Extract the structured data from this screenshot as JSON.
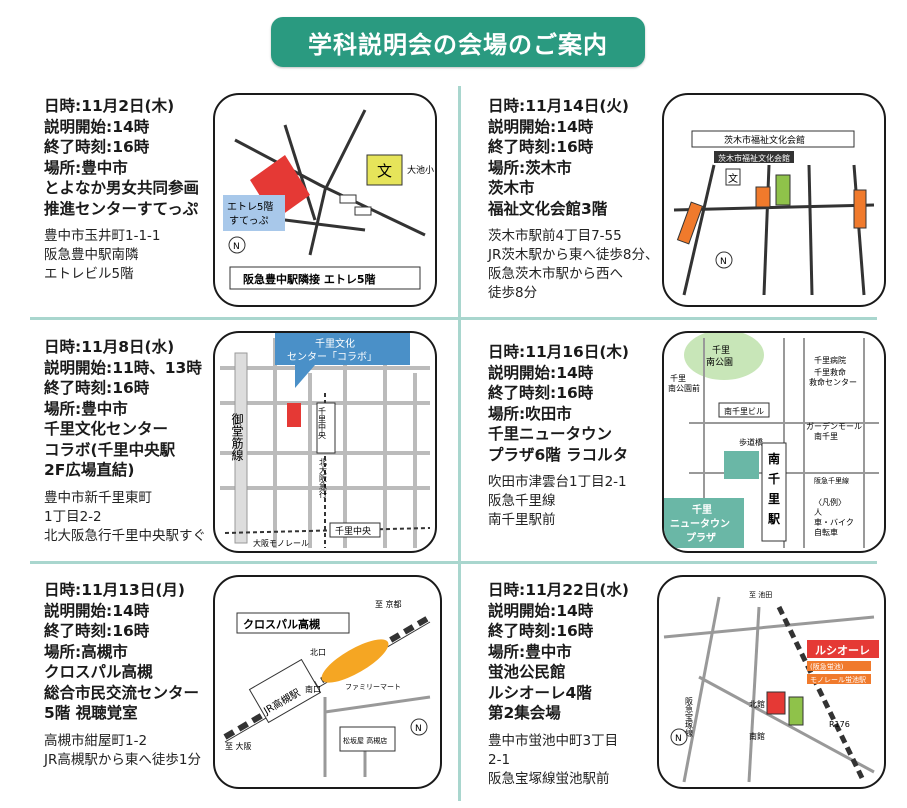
{
  "title": "学科説明会の会場のご案内",
  "venues": [
    {
      "lines": [
        "日時:11月2日(木)",
        "説明開始:14時",
        "終了時刻:16時",
        "場所:豊中市",
        "とよなか男女共同参画",
        "推進センターすてっぷ"
      ],
      "address": [
        "豊中市玉井町1-1-1",
        "阪急豊中駅南隣",
        "エトレビル5階"
      ],
      "map": {
        "labels": [
          "文",
          "大池小",
          "エトレ5階",
          "すてっぷ",
          "N",
          "阪急豊中駅隣接 エトレ5階"
        ]
      }
    },
    {
      "lines": [
        "日時:11月14日(火)",
        "説明開始:14時",
        "終了時刻:16時",
        "場所:茨木市",
        "茨木市",
        "福祉文化会館3階"
      ],
      "address": [
        "茨木市駅前4丁目7-55",
        "JR茨木駅から東へ徒歩8分、",
        "阪急茨木市駅から西へ",
        "徒歩8分"
      ],
      "map": {
        "labels": [
          "茨木市福祉文化会館",
          "茨木市福祉文化会館",
          "文",
          "N"
        ]
      }
    },
    {
      "lines": [
        "日時:11月8日(水)",
        "説明開始:11時、13時",
        "終了時刻:16時",
        "場所:豊中市",
        "千里文化センター",
        "コラボ(千里中央駅",
        "2F広場直結)"
      ],
      "address": [
        "豊中市新千里東町",
        "1丁目2-2",
        "北大阪急行千里中央駅すぐ"
      ],
      "map": {
        "labels": [
          "千里文化",
          "センター「コラボ」",
          "御堂筋線",
          "千里中央",
          "北大阪急行",
          "千里中央",
          "大阪モノレール"
        ]
      }
    },
    {
      "lines": [
        "日時:11月16日(木)",
        "説明開始:14時",
        "終了時刻:16時",
        "場所:吹田市",
        "千里ニュータウン",
        "プラザ6階 ラコルタ"
      ],
      "address": [
        "吹田市津雲台1丁目2-1",
        "阪急千里線",
        "南千里駅前"
      ],
      "map": {
        "labels": [
          "千里",
          "南公園",
          "千里",
          "南公園前",
          "南千里ビル",
          "千里病院",
          "千里救命",
          "救命センター",
          "ガーデンモール",
          "南千里",
          "歩道橋",
          "南",
          "千",
          "里",
          "駅",
          "千里",
          "ニュータウン",
          "プラザ",
          "〈凡例〉",
          "人",
          "車・バイク",
          "自転車",
          "阪急千里線"
        ]
      }
    },
    {
      "lines": [
        "日時:11月13日(月)",
        "説明開始:14時",
        "終了時刻:16時",
        "場所:高槻市",
        "クロスパル高槻",
        "総合市民交流センター",
        "5階 視聴覚室"
      ],
      "address": [
        "高槻市紺屋町1-2",
        "JR高槻駅から東へ徒歩1分"
      ],
      "map": {
        "labels": [
          "クロスパル高槻",
          "至 京都",
          "至 大阪",
          "JR高槻駅",
          "北口",
          "南口",
          "ファミリーマート",
          "松坂屋 高槻店",
          "N"
        ]
      }
    },
    {
      "lines": [
        "日時:11月22日(水)",
        "説明開始:14時",
        "終了時刻:16時",
        "場所:豊中市",
        "蛍池公民館",
        "ルシオーレ4階",
        "第2集会場"
      ],
      "address": [
        "豊中市蛍池中町3丁目",
        "2-1",
        "阪急宝塚線蛍池駅前"
      ],
      "map": {
        "labels": [
          "ルシオーレ",
          "(阪急蛍池)",
          "モノレール蛍池駅",
          "至 池田",
          "阪急宝塚線",
          "北館",
          "南館",
          "R176",
          "N"
        ]
      }
    }
  ]
}
